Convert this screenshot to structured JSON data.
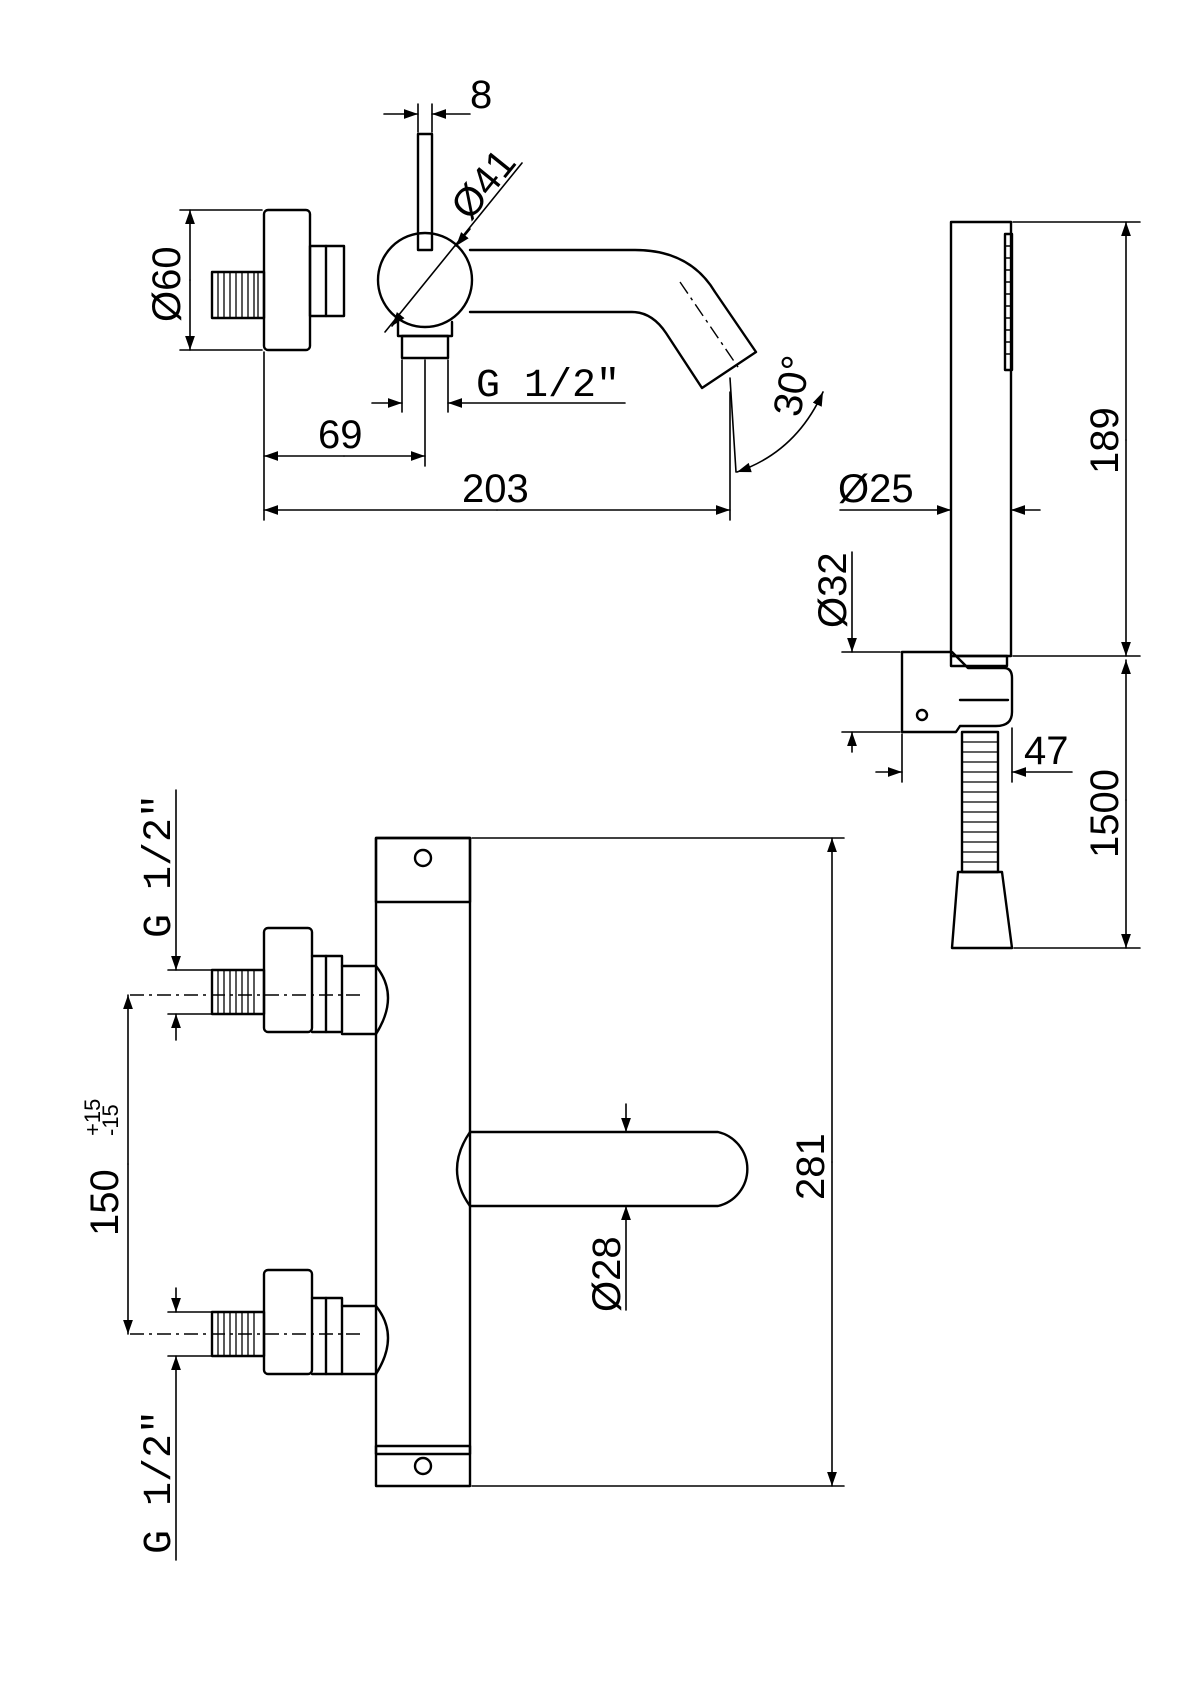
{
  "dimensions": {
    "lever_width": "8",
    "body_diameter": "Ø41",
    "wall_flange_diameter": "Ø60",
    "outlet_thread": "G 1/2\"",
    "spout_angle": "30°",
    "outlet_offset": "69",
    "spout_length": "203",
    "hand_shower_diameter": "Ø25",
    "hand_shower_length": "189",
    "holder_diameter": "Ø32",
    "holder_depth": "47",
    "hose_length": "1500",
    "inlet_thread_top": "G 1/2\"",
    "inlet_thread_bottom": "G 1/2\"",
    "inlet_spacing": "150",
    "inlet_spacing_tol_plus": "+15",
    "inlet_spacing_tol_minus": "-15",
    "body_height": "281",
    "spout_diameter": "Ø28"
  }
}
